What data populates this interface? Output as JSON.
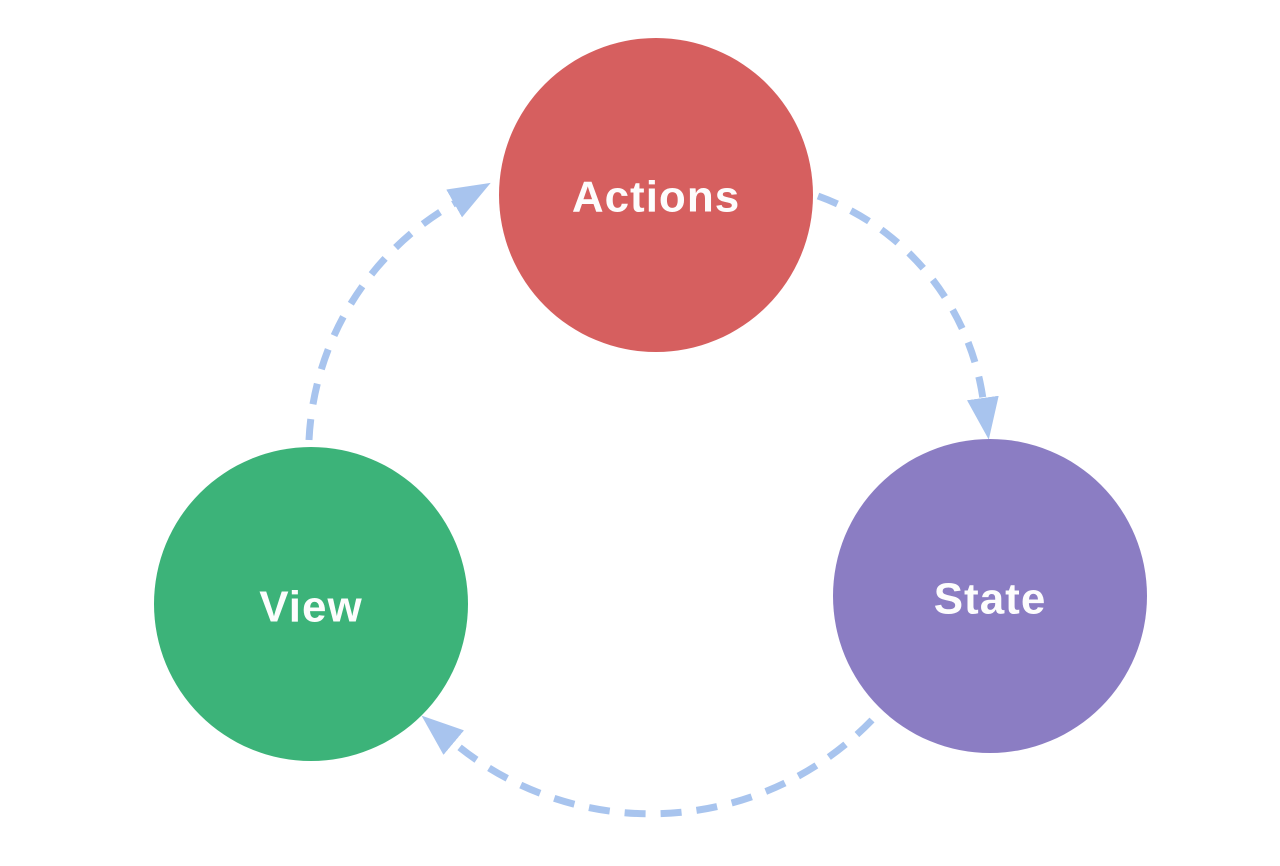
{
  "diagram": {
    "type": "cycle",
    "background": "#ffffff",
    "arrow_color": "#a8c4ee",
    "label_color": "#fdfdfd",
    "nodes": [
      {
        "id": "actions",
        "label": "Actions",
        "color": "#d65f5f"
      },
      {
        "id": "state",
        "label": "State",
        "color": "#8b7dc3"
      },
      {
        "id": "view",
        "label": "View",
        "color": "#3cb379"
      }
    ],
    "edges": [
      {
        "from": "actions",
        "to": "state",
        "style": "dashed-arrow"
      },
      {
        "from": "state",
        "to": "view",
        "style": "dashed-arrow"
      },
      {
        "from": "view",
        "to": "actions",
        "style": "dashed-arrow"
      }
    ]
  }
}
